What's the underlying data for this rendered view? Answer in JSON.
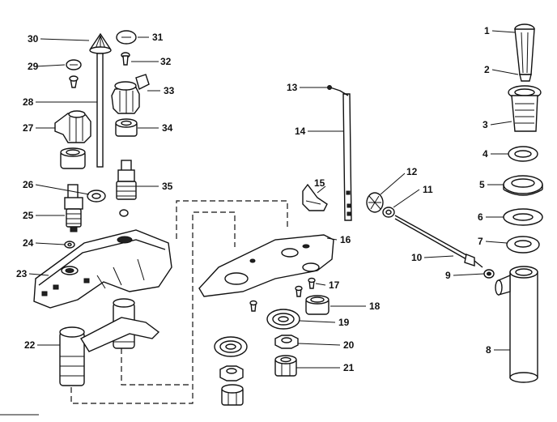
{
  "diagram": {
    "callouts": [
      {
        "id": "c1",
        "label": "1"
      },
      {
        "id": "c2",
        "label": "2"
      },
      {
        "id": "c3",
        "label": "3"
      },
      {
        "id": "c4",
        "label": "4"
      },
      {
        "id": "c5",
        "label": "5"
      },
      {
        "id": "c6",
        "label": "6"
      },
      {
        "id": "c7",
        "label": "7"
      },
      {
        "id": "c8",
        "label": "8"
      },
      {
        "id": "c9",
        "label": "9"
      },
      {
        "id": "c10",
        "label": "10"
      },
      {
        "id": "c11",
        "label": "11"
      },
      {
        "id": "c12",
        "label": "12"
      },
      {
        "id": "c13",
        "label": "13"
      },
      {
        "id": "c14",
        "label": "14"
      },
      {
        "id": "c15",
        "label": "15"
      },
      {
        "id": "c16",
        "label": "16"
      },
      {
        "id": "c17",
        "label": "17"
      },
      {
        "id": "c18",
        "label": "18"
      },
      {
        "id": "c19",
        "label": "19"
      },
      {
        "id": "c20",
        "label": "20"
      },
      {
        "id": "c21",
        "label": "21"
      },
      {
        "id": "c22",
        "label": "22"
      },
      {
        "id": "c23",
        "label": "23"
      },
      {
        "id": "c24",
        "label": "24"
      },
      {
        "id": "c25",
        "label": "25"
      },
      {
        "id": "c26",
        "label": "26"
      },
      {
        "id": "c27",
        "label": "27"
      },
      {
        "id": "c28",
        "label": "28"
      },
      {
        "id": "c29",
        "label": "29"
      },
      {
        "id": "c30",
        "label": "30"
      },
      {
        "id": "c31",
        "label": "31"
      },
      {
        "id": "c32",
        "label": "32"
      },
      {
        "id": "c33",
        "label": "33"
      },
      {
        "id": "c34",
        "label": "34"
      },
      {
        "id": "c35",
        "label": "35"
      }
    ]
  }
}
